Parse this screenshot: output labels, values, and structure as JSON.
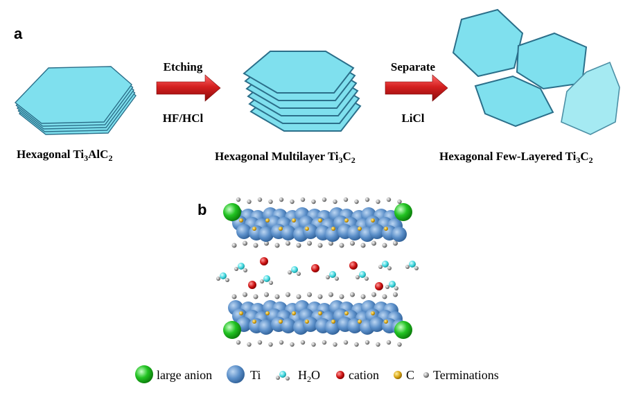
{
  "panel_a": {
    "letter": "a",
    "stage1": {
      "caption_main": "Hexagonal Ti",
      "sub1": "3",
      "mid": "AlC",
      "sub2": "2"
    },
    "arrow1": {
      "top": "Etching",
      "bottom": "HF/HCl"
    },
    "stage2": {
      "caption_main": "Hexagonal Multilayer Ti",
      "sub1": "3",
      "mid": "C",
      "sub2": "2"
    },
    "arrow2": {
      "top": "Separate",
      "bottom": "LiCl"
    },
    "stage3": {
      "caption_main": "Hexagonal Few-Layered Ti",
      "sub1": "3",
      "mid": "C",
      "sub2": "2"
    }
  },
  "panel_b": {
    "letter": "b",
    "legend": {
      "anion": "large anion",
      "ti": "Ti",
      "h2o_main": "H",
      "h2o_sub": "2",
      "h2o_end": "O",
      "cation": "cation",
      "c": "C",
      "terminations": "Terminations"
    }
  },
  "colors": {
    "sheet_fill": "#7fe0ee",
    "sheet_edge": "#2b6f8a",
    "arrow_red": "#d42020",
    "ti_blue": "#5b8fc9",
    "anion_green": "#22c322",
    "cation_red": "#cc1111",
    "water_cyan": "#40d8e0",
    "carbon_gold": "#d9a514",
    "termination_gray": "#888888"
  }
}
